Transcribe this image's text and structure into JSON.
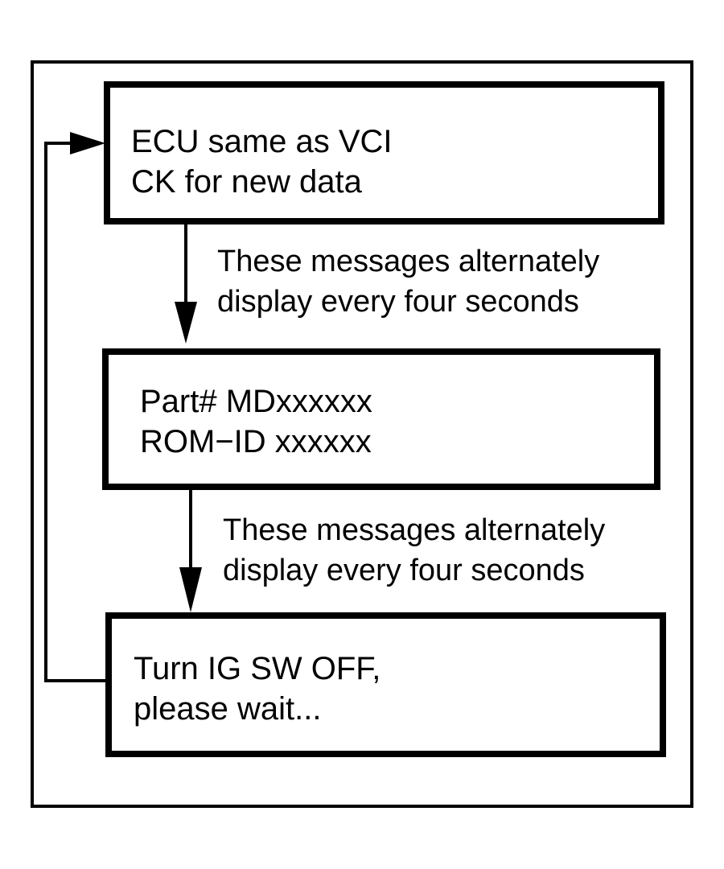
{
  "diagram": {
    "nodes": [
      {
        "id": "ecu-same-as-vci",
        "lines": [
          "ECU same as VCI",
          "CK for new data"
        ]
      },
      {
        "id": "part-rom-id",
        "lines": [
          "Part# MDxxxxxx",
          "ROM−ID xxxxxx"
        ]
      },
      {
        "id": "turn-ig-off",
        "lines": [
          "Turn IG SW OFF,",
          "please wait..."
        ]
      }
    ],
    "edges": [
      {
        "from": "ecu-same-as-vci",
        "to": "part-rom-id",
        "label_lines": [
          "These messages alternately",
          "display every four seconds"
        ]
      },
      {
        "from": "part-rom-id",
        "to": "turn-ig-off",
        "label_lines": [
          "These messages alternately",
          "display every four seconds"
        ]
      },
      {
        "from": "turn-ig-off",
        "to": "ecu-same-as-vci",
        "label_lines": []
      }
    ]
  }
}
